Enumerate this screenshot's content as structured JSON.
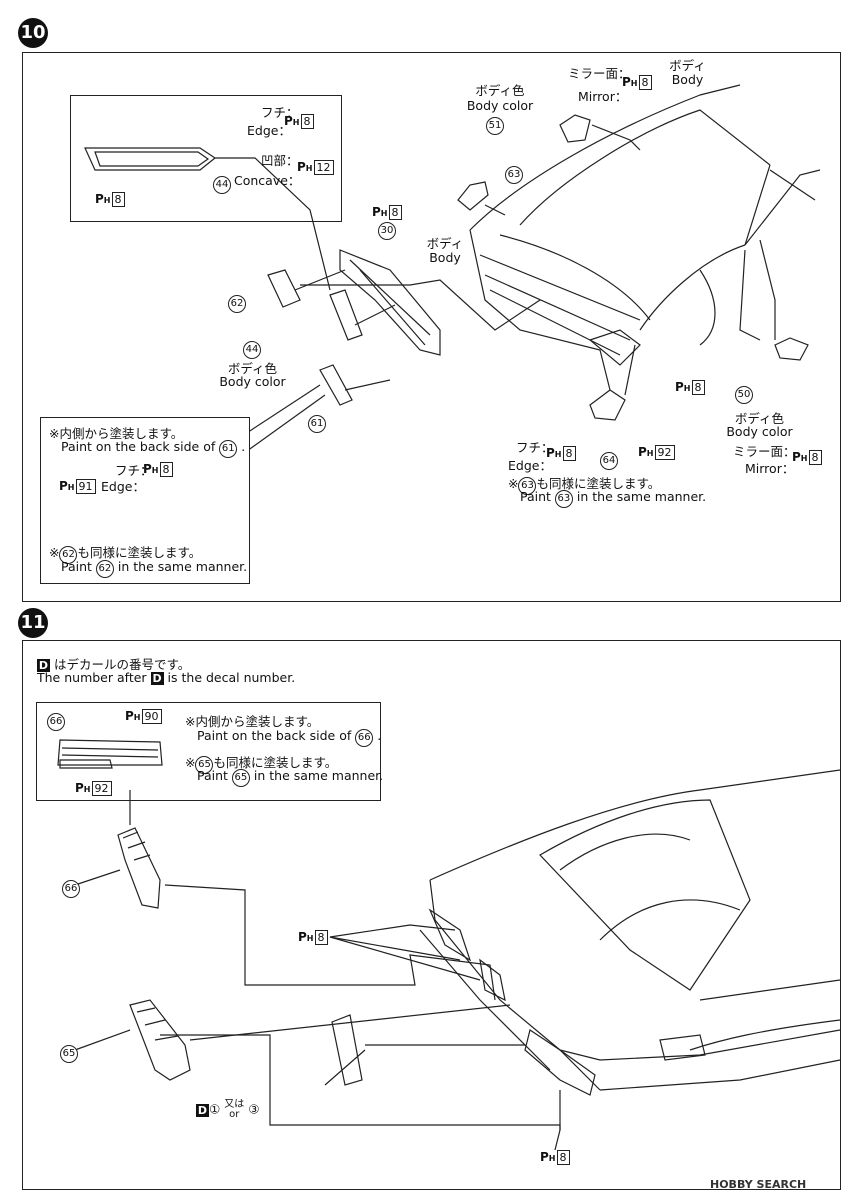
{
  "step10": {
    "number": "10",
    "labels": {
      "edge_jp": "フチ：",
      "edge_en": "Edge：",
      "concave_jp": "凹部：",
      "concave_en": "Concave：",
      "body_color_jp": "ボディ色",
      "body_color_en": "Body color",
      "body_jp": "ボディ",
      "body_en": "Body",
      "mirror_jp": "ミラー面：",
      "mirror_en": "Mirror：",
      "edge_jp2": "フチ：",
      "edge_en2": "Edge："
    },
    "paint_codes": {
      "p8": "8",
      "p12": "12",
      "p91": "91",
      "p92": "92"
    },
    "parts": {
      "p30": "30",
      "p44": "44",
      "p51": "51",
      "p50": "50",
      "p61": "61",
      "p62": "62",
      "p63": "63",
      "p64": "64"
    },
    "note_left": {
      "line1_jp": "※内側から塗装します。",
      "line1_en_pre": "Paint on the back side of",
      "line1_part": "61",
      "line1_en_post": ".",
      "line2_jp_pre": "※",
      "line2_part": "62",
      "line2_jp_post": "も同様に塗装します。",
      "line2_en_pre": "Paint",
      "line2_en_post": "in the same manner."
    },
    "note_right": {
      "jp_pre": "※",
      "part": "63",
      "jp_post": "も同様に塗装します。",
      "en_pre": "Paint",
      "en_post": "in the same manner."
    }
  },
  "step11": {
    "number": "11",
    "decal_note_jp": "はデカールの番号です。",
    "decal_note_en_pre": "The number after",
    "decal_note_en_post": "is the decal number.",
    "decal_letter": "D",
    "note": {
      "part": "66",
      "line1_jp": "※内側から塗装します。",
      "line1_en_pre": "Paint on the back side of",
      "line1_part": "66",
      "line1_en_post": ".",
      "line2_jp_pre": "※",
      "line2_part": "65",
      "line2_jp_post": "も同様に塗装します。",
      "line2_en_pre": "Paint",
      "line2_en_post": "in the same manner."
    },
    "paint_codes": {
      "p8": "8",
      "p90": "90",
      "p92": "92"
    },
    "parts": {
      "p65": "65",
      "p66": "66"
    },
    "decal_choice": {
      "d1": "①",
      "or_jp": "又は",
      "or_en": "or",
      "d3": "③"
    }
  },
  "paint_prefix": "P",
  "paint_sub": "H",
  "watermark": "HOBBY SEARCH"
}
